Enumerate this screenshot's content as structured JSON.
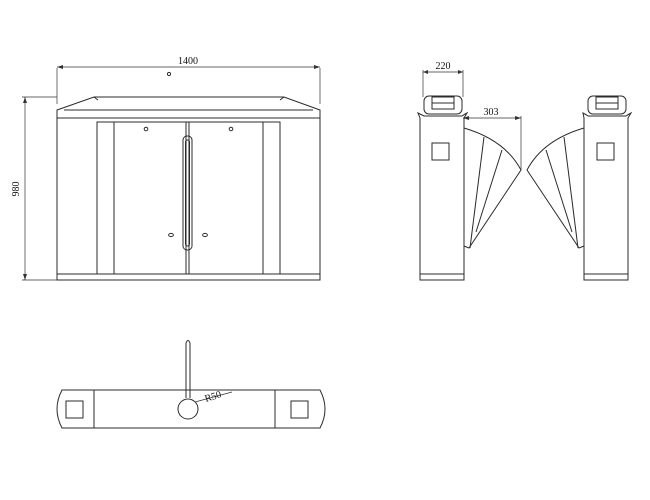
{
  "drawing": {
    "front_view": {
      "width_dimension": "1400",
      "height_dimension": "980"
    },
    "side_view": {
      "column_width_dimension": "220",
      "flap_dimension": "303"
    },
    "top_view": {
      "radius_dimension": "R50"
    }
  },
  "colors": {
    "line": "#2b2b2b",
    "background": "#ffffff"
  }
}
